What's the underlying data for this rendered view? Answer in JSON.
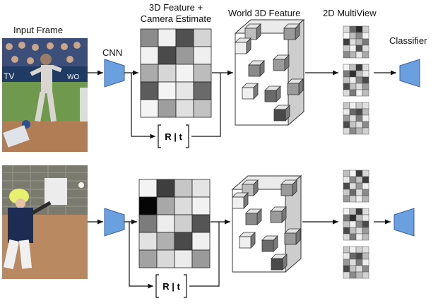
{
  "labels": {
    "input_frame": "Input Frame",
    "cnn_top": "CNN",
    "feature_title_line1": "3D Feature +",
    "feature_title_line2": "Camera Estimate",
    "world_feature": "World 3D Feature",
    "multiview": "2D MultiView",
    "classifier": "Classifier",
    "rt": "R | t"
  },
  "images": {
    "top": "baseball pitcher and batter on field",
    "bottom": "youth batter swinging in front of fence"
  },
  "colors": {
    "cnn_blue": "#6a9fe0",
    "cnn_border": "#3a5f9a",
    "cube_face": "#ffffff",
    "cube_side": "#cfcfcf",
    "cube_top": "#e6e6e6"
  },
  "feature_grid_top": [
    [
      "#8c8c8c",
      "#f0f0f0",
      "#505050",
      "#d4d4d4"
    ],
    [
      "#f2f2f2",
      "#4a4a4a",
      "#9a9a9a",
      "#efefef"
    ],
    [
      "#ababab",
      "#d6d6d6",
      "#f3f3f3",
      "#bcbcbc"
    ],
    [
      "#5c5c5c",
      "#f4f4f4",
      "#e6e6e6",
      "#6a6a6a"
    ],
    [
      "#f4f4f4",
      "#9e9e9e",
      "#e0e0e0",
      "#c2c2c2"
    ]
  ],
  "feature_grid_bottom": [
    [
      "#f3f3f3",
      "#3e3e3e",
      "#c6c6c6",
      "#e4e4e4"
    ],
    [
      "#050505",
      "#a8a8a8",
      "#dcdcdc",
      "#f2f2f2"
    ],
    [
      "#7c7c7c",
      "#ededed",
      "#cfcfcf",
      "#555555"
    ],
    [
      "#e2e2e2",
      "#b0b0b0",
      "#4a4a4a",
      "#f0f0f0"
    ],
    [
      "#a2a2a2",
      "#d9d9d9",
      "#ececec",
      "#9a9a9a"
    ]
  ],
  "multiview_grids": [
    [
      [
        "#dcdcdc",
        "#6a6a6a",
        "#2a2a2a",
        "#cfcfcf"
      ],
      [
        "#f4f4f4",
        "#bdbdbd",
        "#8a8a8a",
        "#f2f2f2"
      ],
      [
        "#3e3e3e",
        "#dedede",
        "#bbbbbb",
        "#7a7a7a"
      ],
      [
        "#c8c8c8",
        "#f0f0f0",
        "#505050",
        "#dedede"
      ],
      [
        "#8a8a8a",
        "#b5b5b5",
        "#e8e8e8",
        "#a8a8a8"
      ]
    ],
    [
      [
        "#f2f2f2",
        "#c0c0c0",
        "#3a3a3a",
        "#dedede"
      ],
      [
        "#7a7a7a",
        "#303030",
        "#bdbdbd",
        "#e9e9e9"
      ],
      [
        "#c4c4c4",
        "#eeeeee",
        "#8a8a8a",
        "#4a4a4a"
      ],
      [
        "#4a4a4a",
        "#bfbfbf",
        "#dddddd",
        "#9a9a9a"
      ],
      [
        "#dadada",
        "#7a7a7a",
        "#f2f2f2",
        "#bcbcbc"
      ]
    ],
    [
      [
        "#c6c6c6",
        "#f0f0f0",
        "#cfcfcf",
        "#e0e0e0"
      ],
      [
        "#e9e9e9",
        "#6a6a6a",
        "#4a4a4a",
        "#bdbdbd"
      ],
      [
        "#9a9a9a",
        "#dedede",
        "#7c7c7c",
        "#eeeeee"
      ],
      [
        "#4a4a4a",
        "#c4c4c4",
        "#dedede",
        "#8a8a8a"
      ],
      [
        "#dadada",
        "#8a8a8a",
        "#bbbbbb",
        "#d0d0d0"
      ]
    ],
    [
      [
        "#bdbdbd",
        "#f2f2f2",
        "#3a3a3a",
        "#d8d8d8"
      ],
      [
        "#e8e8e8",
        "#8a8a8a",
        "#c4c4c4",
        "#3e3e3e"
      ],
      [
        "#4a4a4a",
        "#dedede",
        "#9a9a9a",
        "#eeeeee"
      ],
      [
        "#c8c8c8",
        "#6a6a6a",
        "#dedede",
        "#8a8a8a"
      ],
      [
        "#9a9a9a",
        "#d0d0d0",
        "#eeeeee",
        "#b5b5b5"
      ]
    ],
    [
      [
        "#f0f0f0",
        "#c0c0c0",
        "#3a3a3a",
        "#dedede"
      ],
      [
        "#7a7a7a",
        "#2e2e2e",
        "#bdbdbd",
        "#e9e9e9"
      ],
      [
        "#c4c4c4",
        "#eeeeee",
        "#8a8a8a",
        "#4a4a4a"
      ],
      [
        "#4a4a4a",
        "#bfbfbf",
        "#dddddd",
        "#9a9a9a"
      ],
      [
        "#dadada",
        "#7a7a7a",
        "#f2f2f2",
        "#bcbcbc"
      ]
    ],
    [
      [
        "#c6c6c6",
        "#f0f0f0",
        "#cfcfcf",
        "#e0e0e0"
      ],
      [
        "#e9e9e9",
        "#6a6a6a",
        "#4a4a4a",
        "#bdbdbd"
      ],
      [
        "#9a9a9a",
        "#dedede",
        "#7c7c7c",
        "#eeeeee"
      ],
      [
        "#4a4a4a",
        "#c4c4c4",
        "#dedede",
        "#8a8a8a"
      ],
      [
        "#dadada",
        "#8a8a8a",
        "#bbbbbb",
        "#d0d0d0"
      ]
    ]
  ],
  "world_boxes": [
    {
      "shade": "#bdbdbd"
    },
    {
      "shade": "#9a9a9a"
    },
    {
      "shade": "#efefef"
    },
    {
      "shade": "#8a8a8a"
    },
    {
      "shade": "#9a9a9a"
    },
    {
      "shade": "#efefef"
    },
    {
      "shade": "#6a6a6a"
    },
    {
      "shade": "#9a9a9a"
    },
    {
      "shade": "#4a4a4a"
    }
  ]
}
